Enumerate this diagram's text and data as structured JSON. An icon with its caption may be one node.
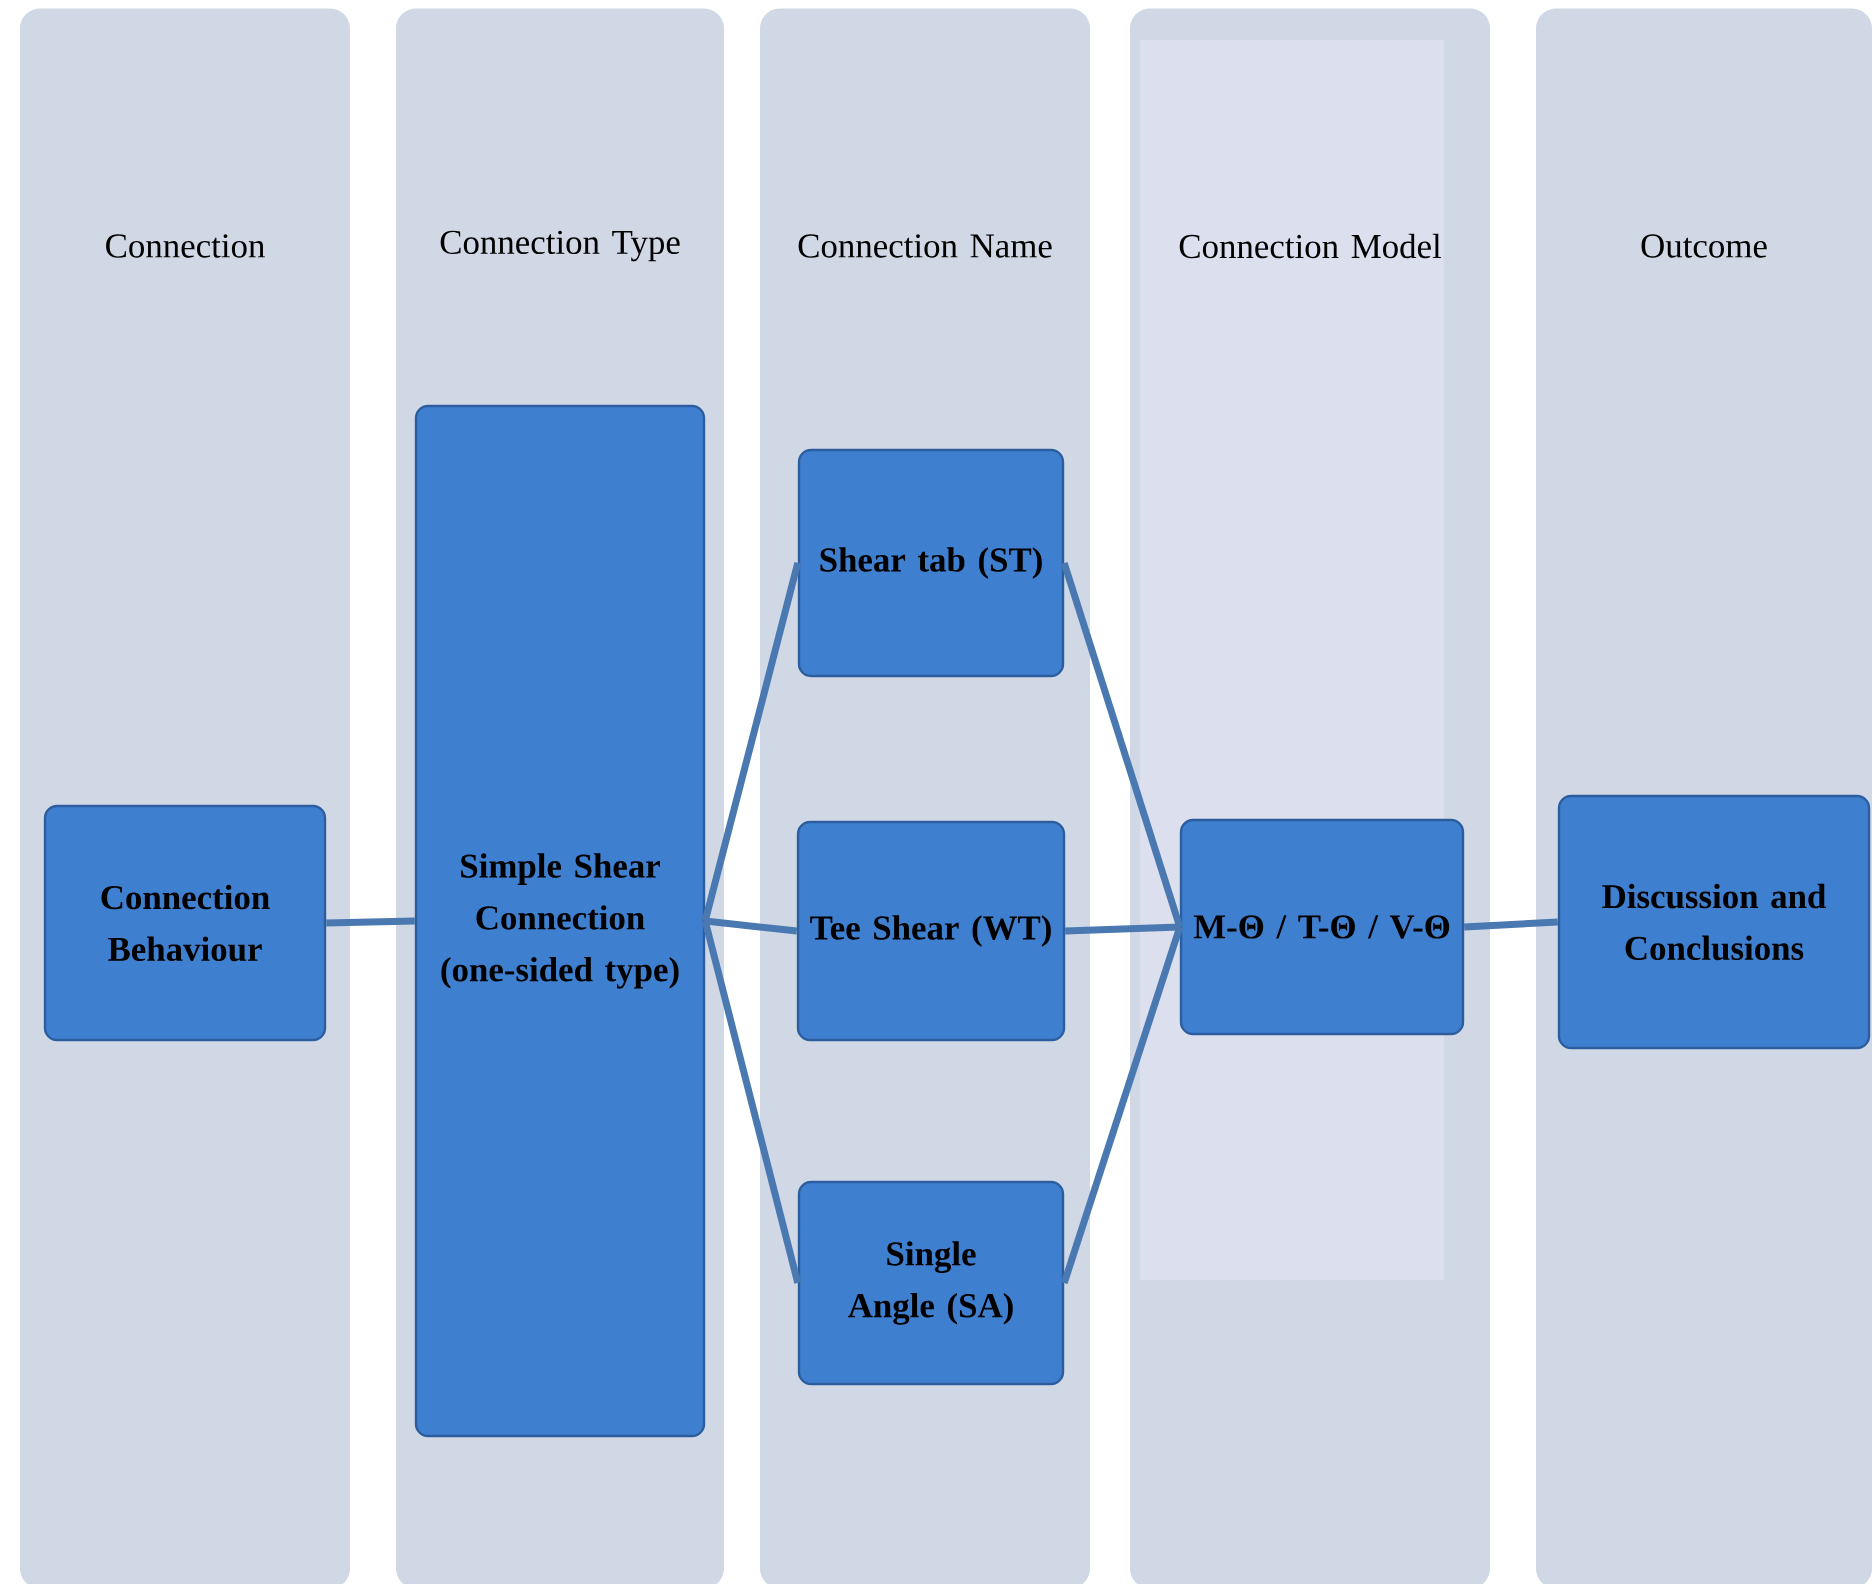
{
  "diagram": {
    "nodes": [
      {
        "text": [
          "Connection"
        ]
      },
      {
        "text": [
          "Connection Behaviour"
        ],
        "in": 0
      },
      {
        "text": [
          "Connection Type"
        ]
      },
      {
        "text": [
          "Simple Shear Connection (one-sided type)"
        ],
        "in": 2
      },
      {
        "text": [
          "Connection Name"
        ]
      },
      {
        "text": [
          "Shear tab (ST)"
        ],
        "in": 4
      },
      {
        "text": [
          "Tee Shear (WT)"
        ],
        "in": 4
      },
      {
        "text": [
          "Single Angle (SA)"
        ],
        "in": 4
      },
      {
        "text": [
          "Connection Model"
        ]
      },
      {
        "text": [
          "M-Θ  / T-Θ / V-Θ"
        ],
        "in": 8
      },
      {
        "text": [
          "Outcome"
        ]
      },
      {
        "text": [
          "Discussion and Conclusions"
        ],
        "in": 10
      }
    ],
    "edges": [
      {
        "from": 1,
        "to": 3,
        "arrow": "none"
      },
      {
        "from": 3,
        "to": 5,
        "arrow": "none"
      },
      {
        "from": 3,
        "to": 6,
        "arrow": "none"
      },
      {
        "from": 3,
        "to": 7,
        "arrow": "none"
      },
      {
        "from": 5,
        "to": 9,
        "arrow": "none"
      },
      {
        "from": 6,
        "to": 9,
        "arrow": "none"
      },
      {
        "from": 7,
        "to": 9,
        "arrow": "none"
      },
      {
        "from": 9,
        "to": 11,
        "arrow": "none"
      }
    ]
  }
}
